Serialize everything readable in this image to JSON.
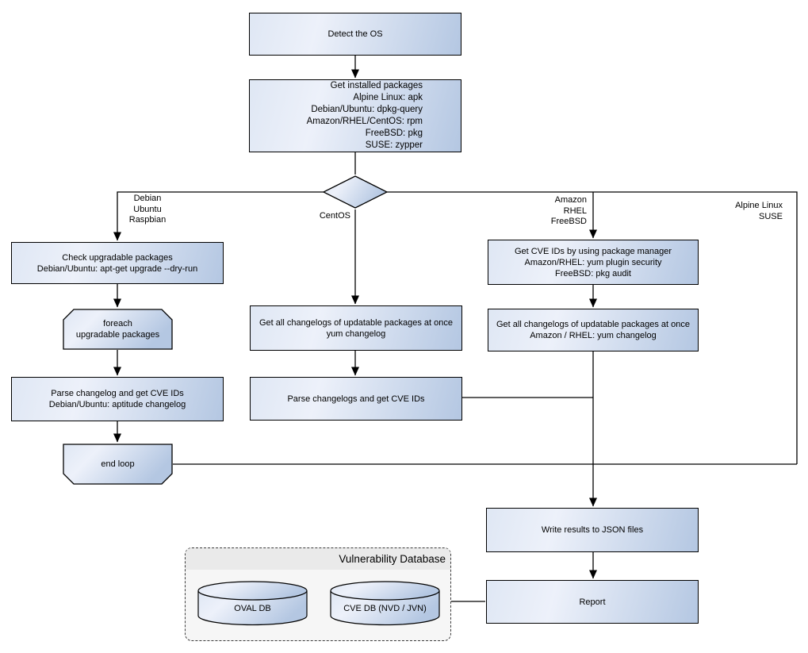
{
  "colors": {
    "node_border": "#000000",
    "node_fill_light": "#dfe7f4",
    "node_fill_mid": "#edf1fa",
    "node_fill_dark": "#b4c7e2",
    "db_group_bg": "#f6f6f6",
    "db_header_bg": "#eaeaea",
    "line": "#000000"
  },
  "nodes": {
    "detect_os": {
      "lines": [
        "Detect the OS"
      ]
    },
    "get_installed_packages": {
      "lines": [
        "Get installed packages",
        "Alpine Linux: apk",
        "Debian/Ubuntu: dpkg-query",
        "Amazon/RHEL/CentOS: rpm",
        "FreeBSD: pkg",
        "SUSE: zypper"
      ]
    },
    "check_upgradable_packages": {
      "lines": [
        "Check upgradable packages",
        "Debian/Ubuntu: apt-get upgrade --dry-run"
      ]
    },
    "foreach_upgradable_packages": {
      "lines": [
        "foreach",
        "upgradable  packages"
      ]
    },
    "parse_changelog_debian": {
      "lines": [
        "Parse changelog and get  CVE IDs",
        "Debian/Ubuntu: aptitude changelog"
      ]
    },
    "end_loop": {
      "lines": [
        "end loop"
      ]
    },
    "get_changelogs_centos": {
      "lines": [
        "Get all changelogs of updatable packages at once",
        "yum changelog"
      ]
    },
    "parse_changelogs_centos": {
      "lines": [
        "Parse changelogs and get CVE IDs"
      ]
    },
    "get_cve_ids_package_manager": {
      "lines": [
        "Get CVE IDs by using package manager",
        "Amazon/RHEL: yum plugin security",
        "FreeBSD: pkg audit"
      ]
    },
    "get_changelogs_amazon_rhel": {
      "lines": [
        "Get all changelogs of updatable packages at once",
        "Amazon / RHEL: yum changelog"
      ]
    },
    "write_results_json": {
      "lines": [
        "Write results to JSON files"
      ]
    },
    "report": {
      "lines": [
        "Report"
      ]
    }
  },
  "branch_labels": {
    "debian": [
      "Debian",
      "Ubuntu",
      "Raspbian"
    ],
    "centos": [
      "CentOS"
    ],
    "amazon_rhel_freebsd": [
      "Amazon",
      "RHEL",
      "FreeBSD"
    ],
    "alpine_suse": [
      "Alpine Linux",
      "SUSE"
    ]
  },
  "database": {
    "title": "Vulnerability Database",
    "cylinders": [
      {
        "label": "OVAL DB"
      },
      {
        "label": "CVE DB (NVD / JVN)"
      }
    ]
  }
}
